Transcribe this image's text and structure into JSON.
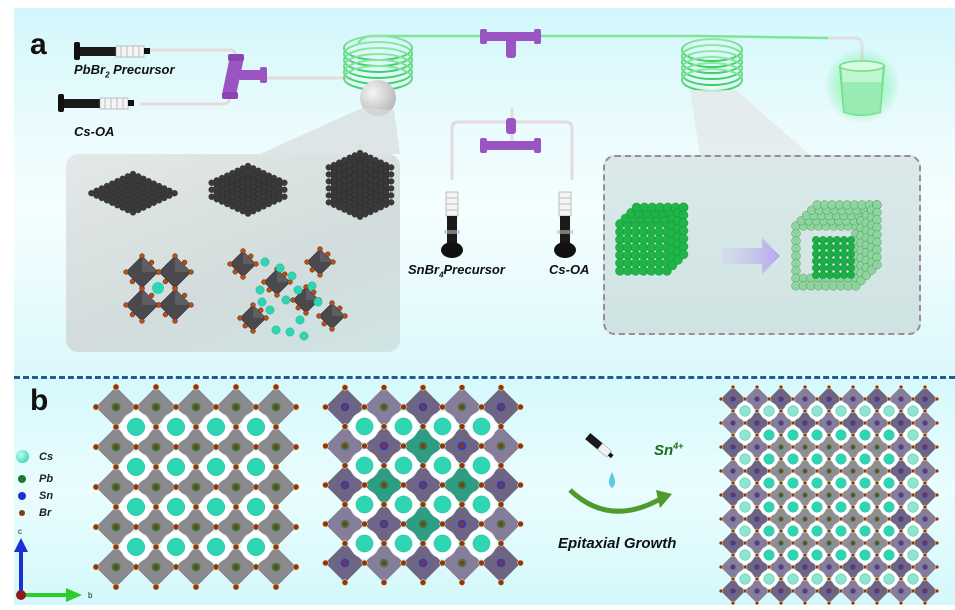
{
  "figure": {
    "panels": [
      {
        "id": "a",
        "label": "a",
        "syringes": [
          {
            "label_main": "PbBr",
            "label_sub": "2",
            "label_tail": " Precursor"
          },
          {
            "label_main": "Cs-OA",
            "label_sub": "",
            "label_tail": ""
          },
          {
            "label_main": "SnBr",
            "label_sub": "4",
            "label_tail": "Precursor"
          },
          {
            "label_main": "Cs-OA",
            "label_sub": "",
            "label_tail": ""
          }
        ],
        "components": {
          "mixers": 3,
          "reaction_coils": 2,
          "collection_vessel": "glowing-green-beaker"
        },
        "inset_left": {
          "structures_top": [
            "2D layer",
            "few-layer stack",
            "3D cube"
          ],
          "structures_bottom": [
            "perovskite octahedra with Cs",
            "distorted octahedra with Cs"
          ]
        },
        "inset_right": {
          "from": "green-nanocube",
          "to": "core-shell-nanocube"
        }
      },
      {
        "id": "b",
        "label": "b",
        "legend": [
          {
            "label": "Cs",
            "color": "#29d3b0"
          },
          {
            "label": "Pb",
            "color": "#1c7a2c"
          },
          {
            "label": "Sn",
            "color": "#1f2fd0"
          },
          {
            "label": "Br",
            "color": "#8a3a10"
          }
        ],
        "axes": {
          "vertical": "c",
          "horizontal": "b",
          "vertical_color": "#1a2fd6",
          "horizontal_color": "#2bcc2b",
          "origin_color": "#8b1a1a"
        },
        "ion_label": "Sn",
        "ion_charge": "4+",
        "process_label": "Epitaxial Growth",
        "lattices": [
          "CsPbBr3 lattice",
          "Sn-substituted surface lattice",
          "epitaxial core-shell lattice"
        ]
      }
    ],
    "colors": {
      "divider": "#1f5e95",
      "mixer": "#9b55c2",
      "coil": "#5fd97a",
      "octahedron_pb": "#8a8a8e",
      "octahedron_sn": "#6e6585",
      "teal_face": "#2f9c84",
      "cs": "#2fd6b4",
      "br": "#8b3810",
      "ion_text": "#1b6b1b"
    }
  }
}
